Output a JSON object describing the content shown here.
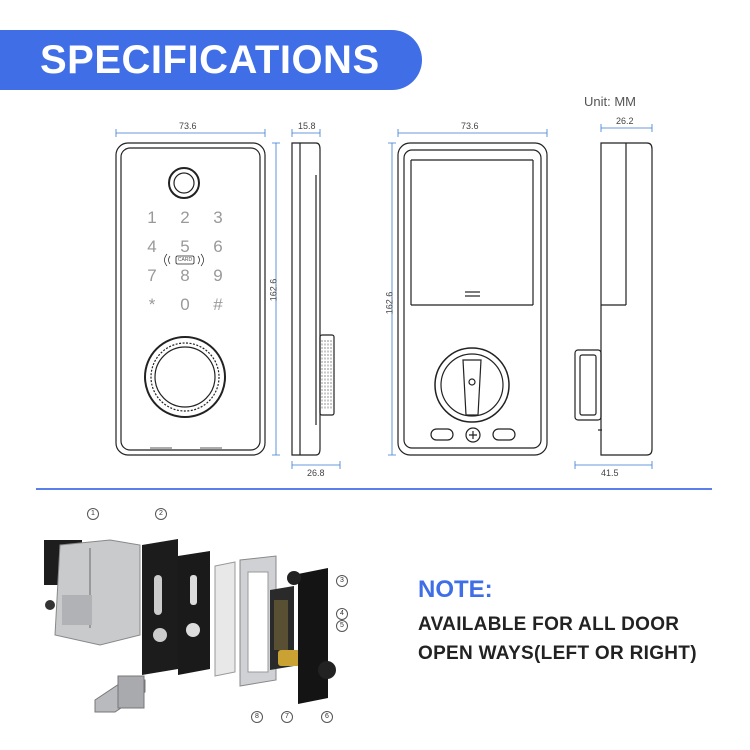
{
  "banner": {
    "title": "SPECIFICATIONS"
  },
  "unit_label": "Unit:  MM",
  "dimensions": {
    "front_width": "73.6",
    "side_depth_top": "15.8",
    "front_height": "162.6",
    "side_depth_bottom": "26.8",
    "back_width": "73.6",
    "back_height": "162.6",
    "rear_side_depth_top": "26.2",
    "rear_side_depth_bottom": "41.5"
  },
  "keypad": {
    "keys": [
      "1",
      "2",
      "3",
      "4",
      "5",
      "6",
      "7",
      "8",
      "9",
      "*",
      "0",
      "#"
    ],
    "card_label": "CARD"
  },
  "callouts": [
    "1",
    "2",
    "3",
    "4",
    "5",
    "6",
    "7",
    "8"
  ],
  "note": {
    "title": "NOTE:",
    "line1": "AVAILABLE FOR ALL DOOR",
    "line2": "OPEN WAYS(LEFT OR RIGHT)"
  },
  "colors": {
    "banner": "#3f6ee6",
    "divider": "#5b7fe8",
    "note_title": "#3f6ee6"
  }
}
